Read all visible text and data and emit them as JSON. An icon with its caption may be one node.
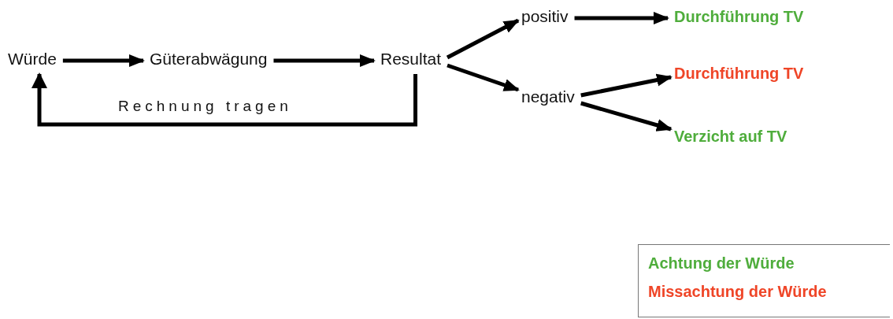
{
  "diagram": {
    "nodes": [
      {
        "text": [
          "Würde"
        ]
      },
      {
        "text": [
          "Güterabwägung"
        ]
      },
      {
        "text": [
          "Resultat"
        ]
      },
      {
        "text": [
          "positiv"
        ]
      },
      {
        "text": [
          "Durchführung TV"
        ]
      },
      {
        "text": [
          "negativ"
        ]
      },
      {
        "text": [
          "Durchführung TV"
        ]
      },
      {
        "text": [
          "Verzicht auf TV"
        ]
      }
    ],
    "edges": [
      {
        "from": 0,
        "to": 1,
        "arrow": "to"
      },
      {
        "from": 1,
        "to": 2,
        "arrow": "to"
      },
      {
        "from": 2,
        "to": 0,
        "arrow": "to",
        "label": "Rechnung tragen"
      },
      {
        "from": 2,
        "to": 3,
        "arrow": "to"
      },
      {
        "from": 2,
        "to": 5,
        "arrow": "to"
      },
      {
        "from": 3,
        "to": 4,
        "arrow": "to"
      },
      {
        "from": 5,
        "to": 6,
        "arrow": "to"
      },
      {
        "from": 5,
        "to": 7,
        "arrow": "to"
      }
    ],
    "legend": [
      {
        "text": "Achtung der Würde",
        "color": "#4fad3c"
      },
      {
        "text": "Missachtung der Würde",
        "color": "#ef4527"
      }
    ]
  }
}
